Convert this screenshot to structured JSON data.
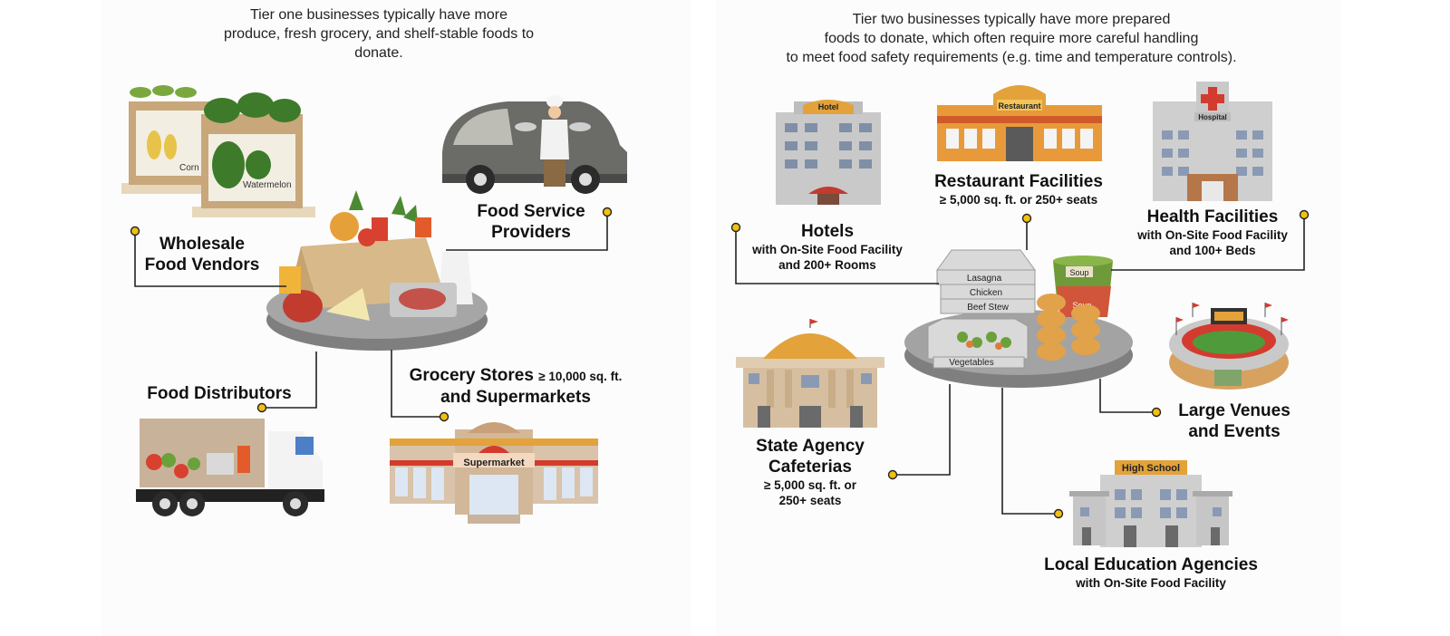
{
  "tier_one": {
    "intro": [
      "Tier one businesses typically have more",
      "produce, fresh grocery, and shelf-stable foods to",
      "donate."
    ],
    "labels": {
      "wholesale": [
        "Wholesale",
        "Food Vendors"
      ],
      "food_service": [
        "Food Service",
        "Providers"
      ],
      "distributors": "Food Distributors",
      "grocery": {
        "line1": "Grocery Stores",
        "size": "≥ 10,000 sq. ft.",
        "line2": "and Supermarkets"
      }
    },
    "art_text": {
      "corn": "Corn",
      "watermelon": "Watermelon",
      "supermarket": "Supermarket"
    }
  },
  "tier_two": {
    "intro": [
      "Tier two businesses typically have more prepared",
      "foods to donate, which often require more careful handling",
      "to meet food safety requirements (e.g. time and temperature controls)."
    ],
    "labels": {
      "hotels": {
        "title": "Hotels",
        "sub": [
          "with On-Site Food Facility",
          "and 200+ Rooms"
        ]
      },
      "restaurants": {
        "title": "Restaurant Facilities",
        "sub": [
          "≥ 5,000 sq. ft. or 250+ seats"
        ]
      },
      "health": {
        "title": "Health Facilities",
        "sub": [
          "with On-Site Food Facility",
          "and 100+ Beds"
        ]
      },
      "venues": [
        "Large Venues",
        "and Events"
      ],
      "state": {
        "title": [
          "State Agency",
          "Cafeterias"
        ],
        "sub": [
          "≥ 5,000 sq. ft. or",
          "250+ seats"
        ]
      },
      "education": {
        "title": "Local Education Agencies",
        "sub": "with On-Site Food Facility"
      }
    },
    "art_text": {
      "hotel": "Hotel",
      "restaurant": "Restaurant",
      "hospital": "Hospital",
      "high_school": "High School",
      "lasagna": "Lasagna",
      "chicken": "Chicken",
      "beef_stew": "Beef Stew",
      "vegetables": "Vegetables",
      "soup": "Soup"
    }
  },
  "colors": {
    "gold": "#f2c012",
    "leader": "#222222",
    "platform": "#8c8c8c"
  }
}
